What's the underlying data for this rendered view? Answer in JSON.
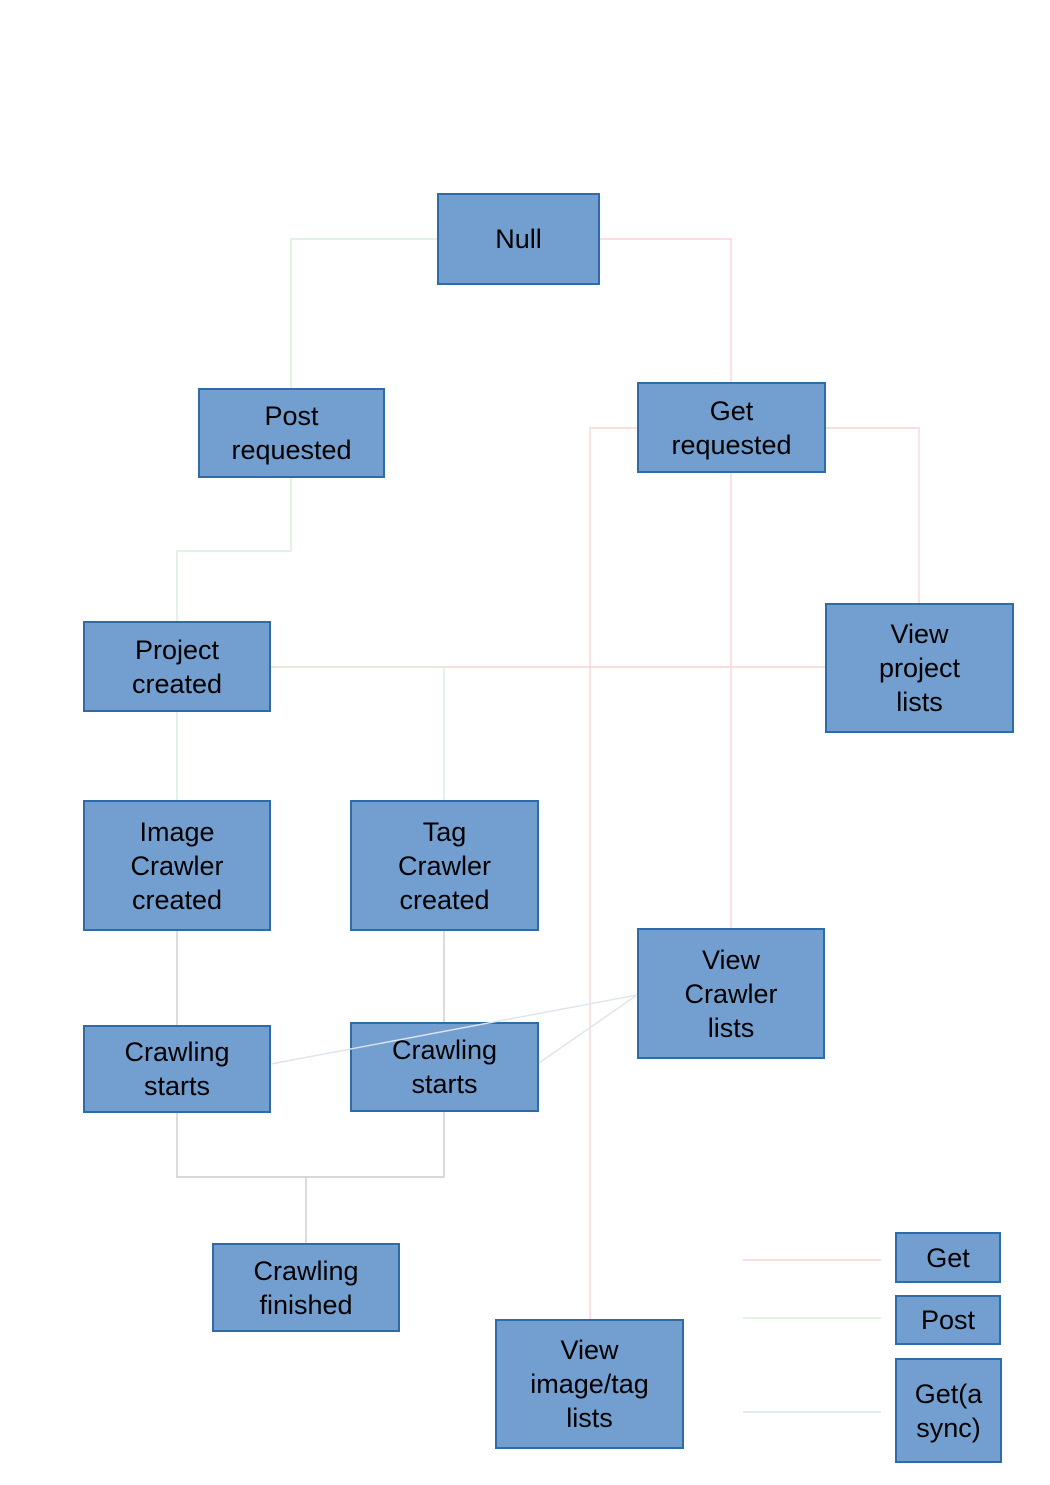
{
  "colors": {
    "background": "#ffffff",
    "text": "#000000",
    "node-fill": "#729fcf",
    "node-border": "#2e6ca8",
    "line-get": "#f9d4d4",
    "arrow-get": "#ff0000",
    "line-post": "#d9edd9",
    "arrow-post": "#00a933",
    "line-async": "#dce4f0",
    "arrow-async": "#3465a4",
    "line-plain": "#cccccc",
    "arrow-plain": "#000000"
  },
  "nodes": {
    "null": {
      "label": "Null"
    },
    "post_requested": {
      "label": "Post requested"
    },
    "get_requested": {
      "label": "Get requested"
    },
    "project_created": {
      "label": "Project created"
    },
    "view_project_lists": {
      "label": "View project lists"
    },
    "image_crawler_created": {
      "label": "Image Crawler created"
    },
    "tag_crawler_created": {
      "label": "Tag Crawler created"
    },
    "view_crawler_lists": {
      "label": "View Crawler lists"
    },
    "crawling_starts_left": {
      "label": "Crawling starts"
    },
    "crawling_starts_right": {
      "label": "Crawling starts"
    },
    "crawling_finished": {
      "label": "Crawling finished"
    },
    "view_image_tag_lists": {
      "label": "View image/tag lists"
    }
  },
  "legend": {
    "get": {
      "label": "Get"
    },
    "post": {
      "label": "Post"
    },
    "async": {
      "label": "Get(async)"
    }
  },
  "edges": [
    {
      "from": "Null",
      "to": "Post requested",
      "method": "Post"
    },
    {
      "from": "Null",
      "to": "Get requested",
      "method": "Get"
    },
    {
      "from": "Post requested",
      "to": "Project created",
      "method": "Post"
    },
    {
      "from": "Project created",
      "to": "Image Crawler created",
      "method": "Post"
    },
    {
      "from": "Project created",
      "to": "Tag Crawler created",
      "method": "Post"
    },
    {
      "from": "Project created",
      "to": "View project lists",
      "method": "Get"
    },
    {
      "from": "Get requested",
      "to": "View project lists",
      "method": "Get"
    },
    {
      "from": "Get requested",
      "to": "View Crawler lists",
      "method": "Get"
    },
    {
      "from": "Get requested",
      "to": "View image/tag lists",
      "method": "Get"
    },
    {
      "from": "Image Crawler created",
      "to": "Crawling starts",
      "method": "plain"
    },
    {
      "from": "Tag Crawler created",
      "to": "Crawling starts",
      "method": "plain"
    },
    {
      "from": "Crawling starts",
      "to": "Crawling finished",
      "method": "plain"
    },
    {
      "from": "Crawling starts (image)",
      "to": "View Crawler lists",
      "method": "Get(async)"
    },
    {
      "from": "Crawling starts (tag)",
      "to": "View Crawler lists",
      "method": "Get(async)"
    }
  ]
}
